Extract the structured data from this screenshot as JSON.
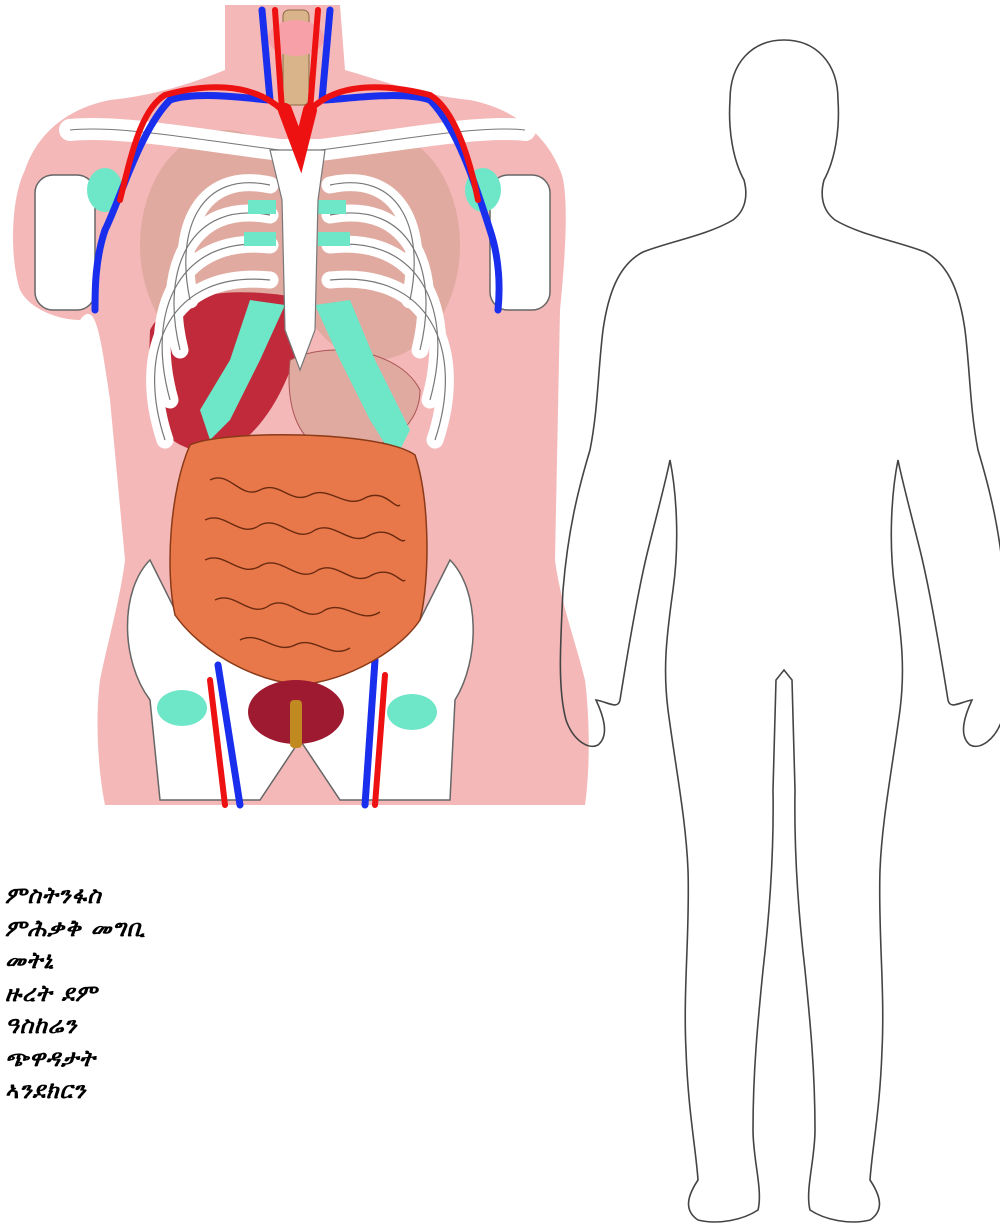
{
  "colors": {
    "skin": "#f4b8b8",
    "bone": "#ffffff",
    "cartilage": "#6ee6c8",
    "artery": "#ee1111",
    "vein": "#1a2eee",
    "intestine": "#e8784a",
    "liver": "#c02a3a",
    "lung": "#e0aaa0",
    "bladder": "#9e1a30",
    "trachea": "#d9b48a",
    "silhouette_stroke": "#444444"
  },
  "labels": [
    "ምስትንፋስ",
    "ምሕቃቅ መግቢ",
    "መትኒ",
    "ዙረት ደም",
    "ዓስከሬን",
    "ጭዋዳታት",
    "ኣንደክርን"
  ]
}
